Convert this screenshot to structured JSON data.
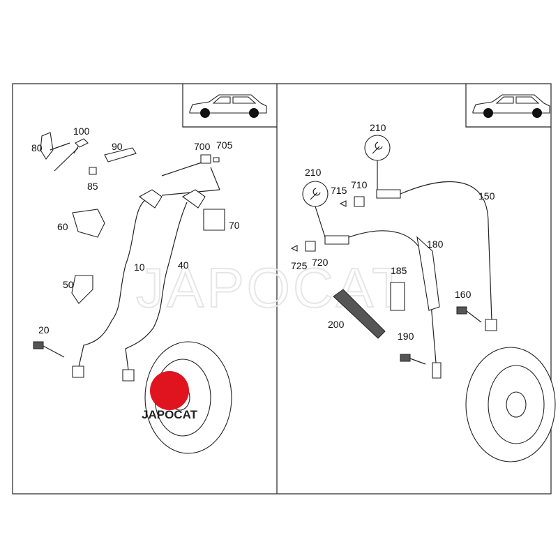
{
  "watermark": "JAPOCAT",
  "logo_text": "JAPOCAT",
  "colors": {
    "logo": "#e0141e",
    "line": "#222222"
  },
  "left_panel": {
    "icon": "car-icon",
    "labels": [
      "80",
      "100",
      "90",
      "85",
      "700",
      "705",
      "60",
      "70",
      "10",
      "40",
      "50",
      "20"
    ]
  },
  "right_panel": {
    "icon": "car-icon",
    "labels": [
      "210",
      "210",
      "715",
      "710",
      "150",
      "180",
      "725",
      "720",
      "185",
      "160",
      "200",
      "190"
    ]
  }
}
